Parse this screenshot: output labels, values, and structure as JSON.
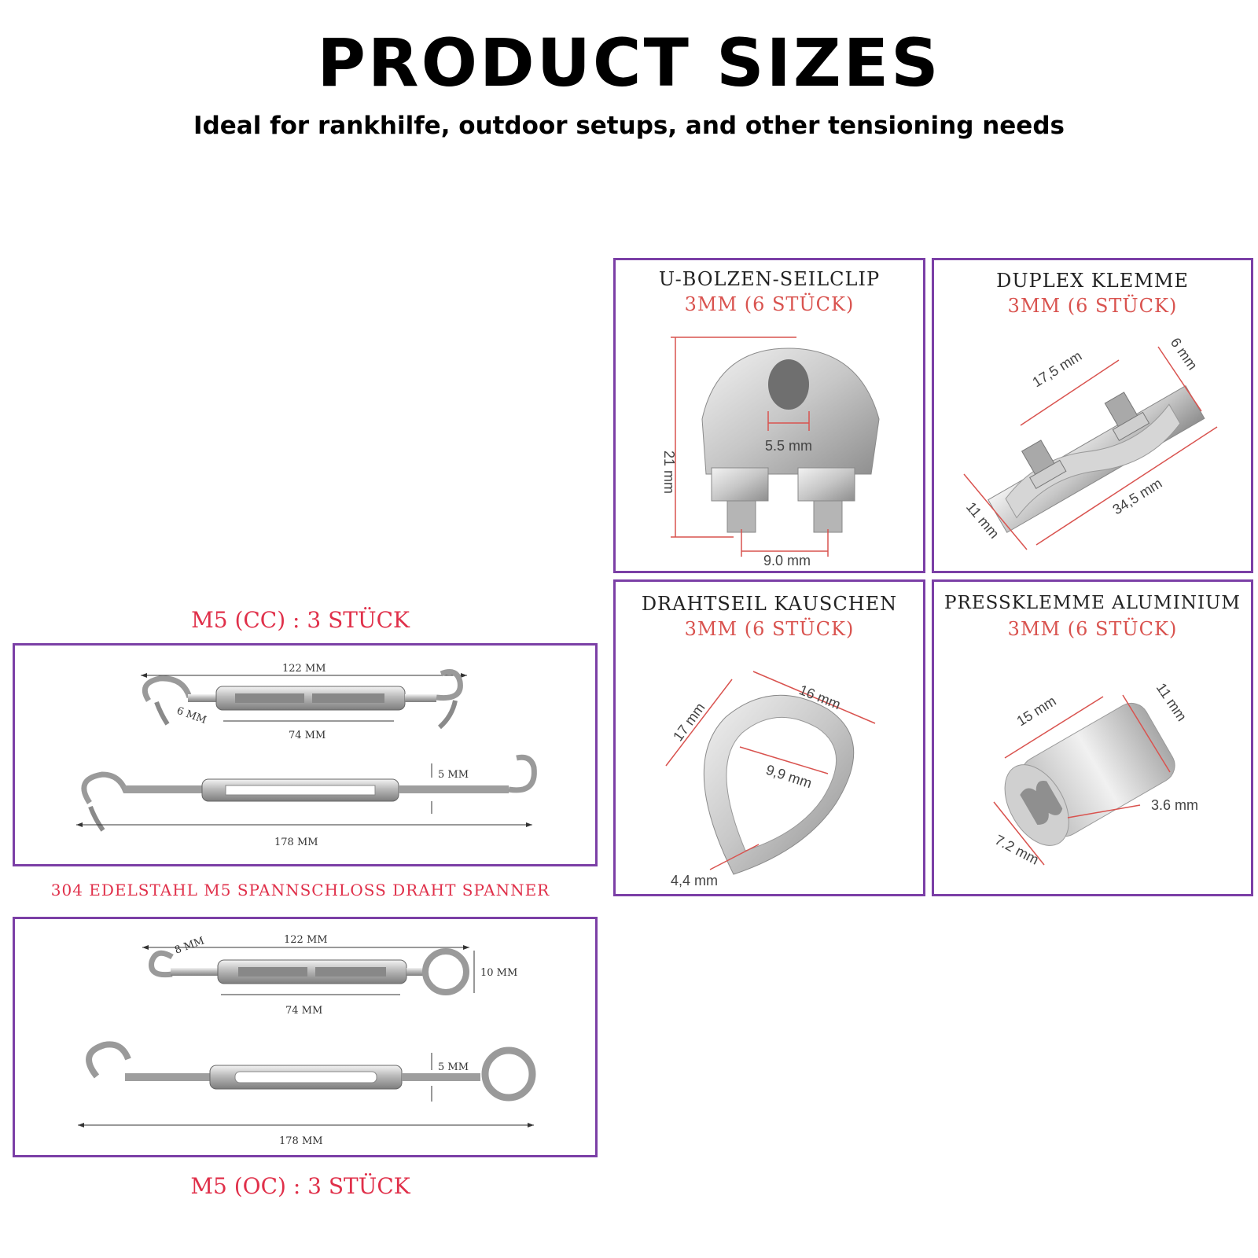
{
  "header": {
    "title": "PRODUCT SIZES",
    "subtitle": "Ideal for rankhilfe, outdoor setups, and other tensioning needs"
  },
  "colors": {
    "panel_border": "#7b3fa6",
    "accent_red": "#e0304a",
    "dimension_red": "#d9534f"
  },
  "turnbuckles": {
    "cc_label": "M5 (CC) : 3 STÜCK",
    "middle_label": "304 EDELSTAHL M5 SPANNSCHLOSS DRAHT SPANNER",
    "oc_label": "M5 (OC) : 3 STÜCK",
    "cc": {
      "length_short": "122 MM",
      "body_short": "74 MM",
      "hook": "6 MM",
      "length_long": "178 MM",
      "thread": "5 MM"
    },
    "oc": {
      "length_short": "122 MM",
      "body_short": "74 MM",
      "hook": "8 MM",
      "eye": "10 MM",
      "length_long": "178 MM",
      "thread": "5 MM"
    }
  },
  "clips": [
    {
      "title": "U-BOLZEN-SEILCLIP",
      "sub": "3MM (6 STÜCK)",
      "dims": [
        "21 mm",
        "5.5 mm",
        "9.0 mm"
      ]
    },
    {
      "title": "DUPLEX KLEMME",
      "sub": "3MM (6 STÜCK)",
      "dims": [
        "17,5 mm",
        "6 mm",
        "11 mm",
        "34,5 mm"
      ]
    },
    {
      "title": "DRAHTSEIL KAUSCHEN",
      "sub": "3MM (6 STÜCK)",
      "dims": [
        "16 mm",
        "17 mm",
        "9,9 mm",
        "4,4 mm"
      ]
    },
    {
      "title": "PRESSKLEMME ALUMINIUM",
      "sub": "3MM (6 STÜCK)",
      "dims": [
        "11 mm",
        "15 mm",
        "3.6 mm",
        "7.2 mm"
      ]
    }
  ]
}
